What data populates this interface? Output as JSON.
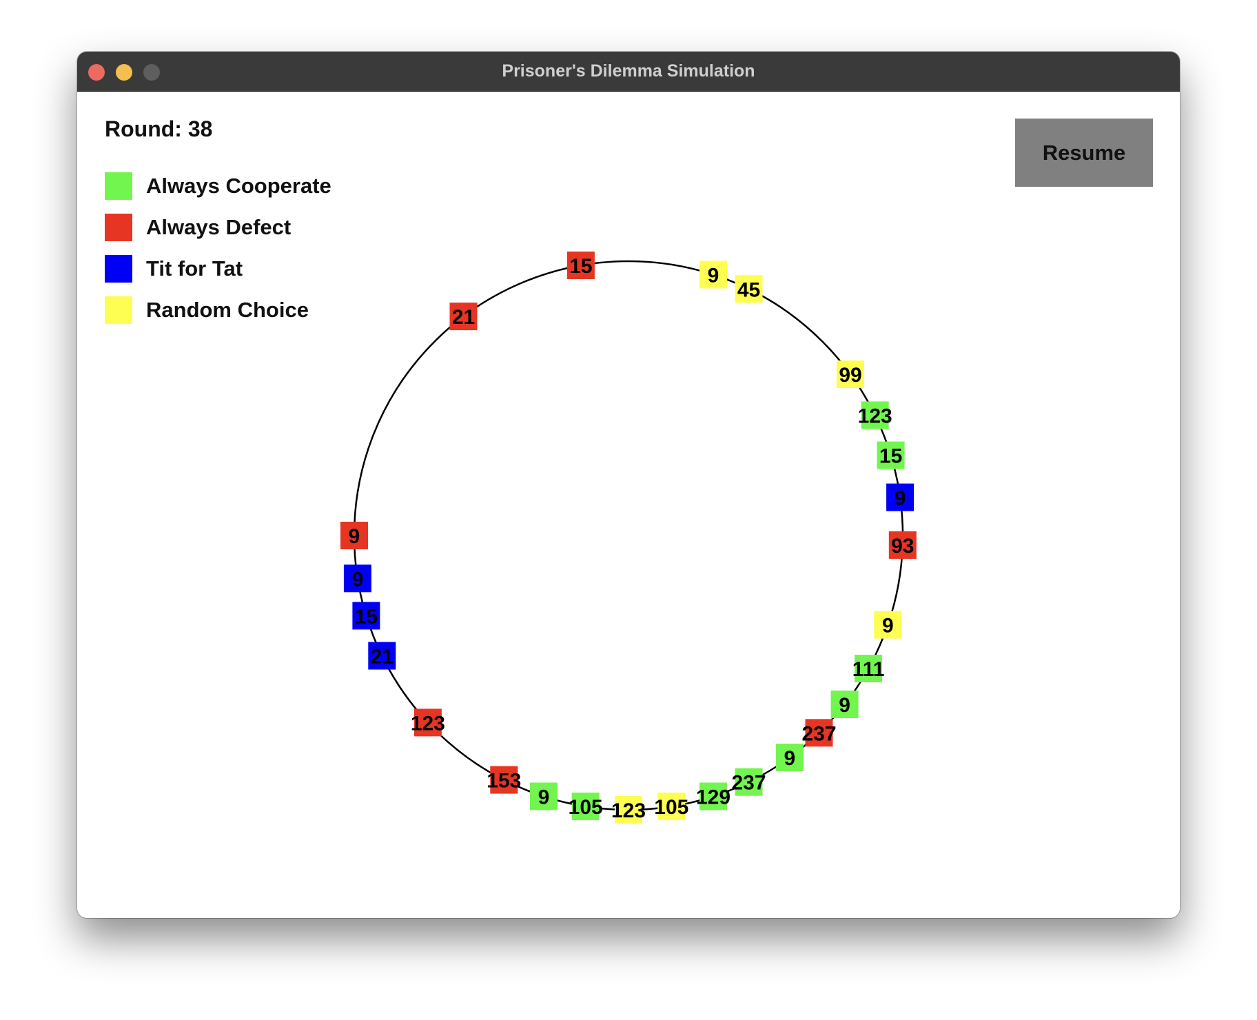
{
  "window": {
    "title": "Prisoner's Dilemma Simulation"
  },
  "status": {
    "round_label": "Round: 38"
  },
  "controls": {
    "resume_label": "Resume"
  },
  "colors": {
    "cooperate": "#73f54f",
    "defect": "#e73523",
    "tit_for_tat": "#0000f5",
    "random": "#fefe52",
    "ring": "#000000"
  },
  "legend": [
    {
      "label": "Always Cooperate",
      "strategy": "cooperate"
    },
    {
      "label": "Always Defect",
      "strategy": "defect"
    },
    {
      "label": "Tit for Tat",
      "strategy": "tit_for_tat"
    },
    {
      "label": "Random Choice",
      "strategy": "random"
    }
  ],
  "agents": [
    {
      "score": "15",
      "strategy": "defect",
      "angle": 260
    },
    {
      "score": "9",
      "strategy": "random",
      "angle": 288
    },
    {
      "score": "45",
      "strategy": "random",
      "angle": 296
    },
    {
      "score": "99",
      "strategy": "random",
      "angle": 324
    },
    {
      "score": "123",
      "strategy": "cooperate",
      "angle": 334
    },
    {
      "score": "15",
      "strategy": "cooperate",
      "angle": 343
    },
    {
      "score": "9",
      "strategy": "tit_for_tat",
      "angle": 352
    },
    {
      "score": "93",
      "strategy": "defect",
      "angle": 2
    },
    {
      "score": "9",
      "strategy": "random",
      "angle": 19
    },
    {
      "score": "111",
      "strategy": "cooperate",
      "angle": 29
    },
    {
      "score": "9",
      "strategy": "cooperate",
      "angle": 38
    },
    {
      "score": "237",
      "strategy": "defect",
      "angle": 46
    },
    {
      "score": "9",
      "strategy": "cooperate",
      "angle": 54
    },
    {
      "score": "237",
      "strategy": "cooperate",
      "angle": 64
    },
    {
      "score": "129",
      "strategy": "cooperate",
      "angle": 72
    },
    {
      "score": "105",
      "strategy": "random",
      "angle": 81
    },
    {
      "score": "123",
      "strategy": "random",
      "angle": 90
    },
    {
      "score": "105",
      "strategy": "cooperate",
      "angle": 99
    },
    {
      "score": "9",
      "strategy": "cooperate",
      "angle": 108
    },
    {
      "score": "153",
      "strategy": "defect",
      "angle": 117
    },
    {
      "score": "123",
      "strategy": "defect",
      "angle": 137
    },
    {
      "score": "21",
      "strategy": "tit_for_tat",
      "angle": 154
    },
    {
      "score": "15",
      "strategy": "tit_for_tat",
      "angle": 163
    },
    {
      "score": "9",
      "strategy": "tit_for_tat",
      "angle": 171
    },
    {
      "score": "9",
      "strategy": "defect",
      "angle": 180
    },
    {
      "score": "21",
      "strategy": "defect",
      "angle": 233
    }
  ]
}
